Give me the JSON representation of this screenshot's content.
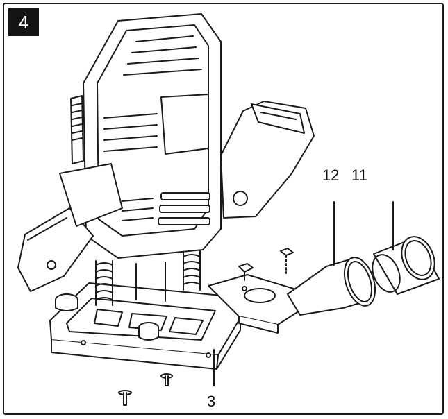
{
  "figure": {
    "number": "4"
  },
  "callouts": {
    "part_12": "12",
    "part_11": "11",
    "part_3": "3"
  },
  "colors": {
    "ink": "#1a1a1a",
    "paper": "#ffffff"
  },
  "icons": {
    "router": "router-icon",
    "dust_adapter": "dust-adapter-icon",
    "hose_connector": "hose-connector-icon"
  }
}
